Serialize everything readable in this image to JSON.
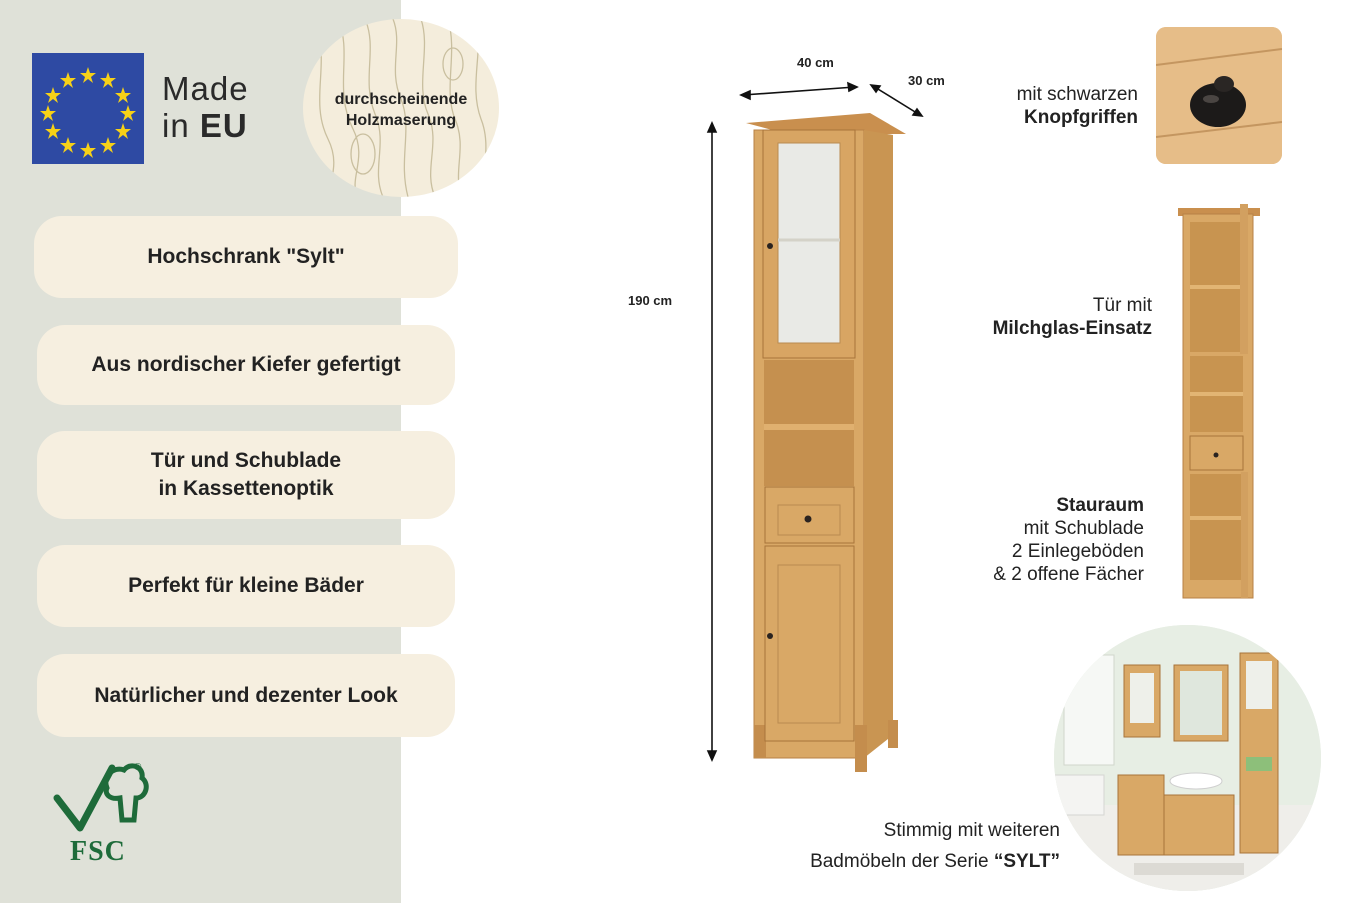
{
  "badges": {
    "made_in_line1": "Made",
    "made_in_line2_prefix": "in",
    "made_in_line2_bold": "EU",
    "wood_grain_line1": "durchscheinende",
    "wood_grain_line2": "Holzmaserung",
    "fsc": "FSC"
  },
  "features": [
    {
      "line1": "Hochschrank \"Sylt\"",
      "line2": ""
    },
    {
      "line1": "Aus nordischer Kiefer gefertigt",
      "line2": ""
    },
    {
      "line1": "Tür und Schublade",
      "line2": "in Kassettenoptik"
    },
    {
      "line1": "Perfekt für kleine Bäder",
      "line2": ""
    },
    {
      "line1": "Natürlicher und dezenter Look",
      "line2": ""
    }
  ],
  "dimensions": {
    "width": "40 cm",
    "depth": "30 cm",
    "height": "190 cm"
  },
  "annotations": {
    "knobs_line1": "mit schwarzen",
    "knobs_line2": "Knopfgriffen",
    "door_line1": "Tür mit",
    "door_line2": "Milchglas-Einsatz",
    "storage_title": "Stauraum",
    "storage_line1": "mit Schublade",
    "storage_line2": "2 Einlegeböden",
    "storage_line3": "& 2 offene Fächer",
    "series_line1": "Stimmig mit weiteren",
    "series_line2_prefix": "Badmöbeln der Serie ",
    "series_line2_bold": "“SYLT”"
  },
  "colors": {
    "panel_bg": "#dfe1d8",
    "pill_bg": "#f6efe0",
    "pine": "#d9a866",
    "fsc_green": "#1e6b3a",
    "eu_blue": "#2e4aa3"
  }
}
